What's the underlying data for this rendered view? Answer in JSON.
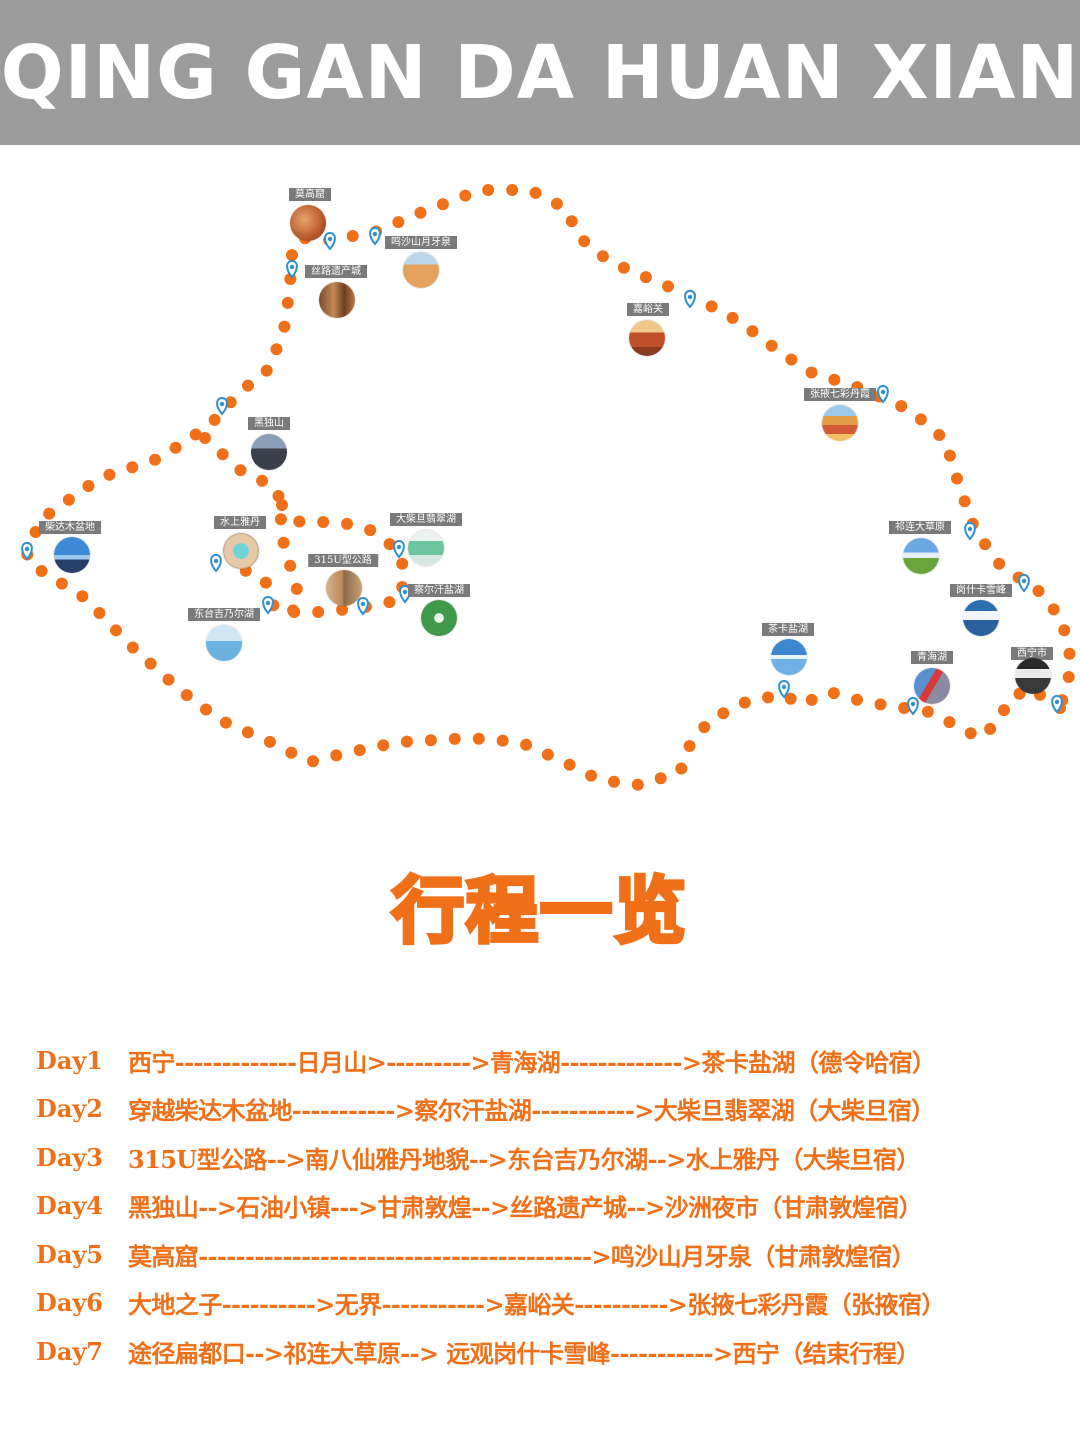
{
  "header": {
    "title": "QING GAN DA HUAN XIAN"
  },
  "map": {
    "route_color": "#f07019",
    "pin_color": "#2f8fd1",
    "locations": [
      {
        "label": "莫高窟",
        "photo": "cave"
      },
      {
        "label": "鸣沙山月牙泉",
        "photo": "desert"
      },
      {
        "label": "丝路遗产城",
        "photo": "heritage"
      },
      {
        "label": "嘉峪关",
        "photo": "fortress"
      },
      {
        "label": "张掖七彩丹霞",
        "photo": "danxia"
      },
      {
        "label": "黑独山",
        "photo": "mountain"
      },
      {
        "label": "柴达木盆地",
        "photo": "basin"
      },
      {
        "label": "水上雅丹",
        "photo": "yardang-lake"
      },
      {
        "label": "大柴旦翡翠湖",
        "photo": "emerald-lake"
      },
      {
        "label": "315U型公路",
        "photo": "road"
      },
      {
        "label": "察尔汗盐湖",
        "photo": "salt-lake"
      },
      {
        "label": "东台吉乃尔湖",
        "photo": "blue-lake"
      },
      {
        "label": "祁连大草原",
        "photo": "grassland"
      },
      {
        "label": "岗什卡雪峰",
        "photo": "snow-peak"
      },
      {
        "label": "茶卡盐湖",
        "photo": "mirror-lake"
      },
      {
        "label": "青海湖",
        "photo": "prayer-flags"
      },
      {
        "label": "西宁市",
        "photo": "city"
      }
    ]
  },
  "section_title": "行程一览",
  "itinerary": [
    {
      "day": "Day1",
      "text": "西宁-------------日月山>--------->青海湖------------->茶卡盐湖（德令哈宿）"
    },
    {
      "day": "Day2",
      "text": "穿越柴达木盆地----------->察尔汗盐湖----------->大柴旦翡翠湖（大柴旦宿）"
    },
    {
      "day": "Day3",
      "text": "315U型公路-->南八仙雅丹地貌-->东台吉乃尔湖-->水上雅丹（大柴旦宿）"
    },
    {
      "day": "Day4",
      "text": "黑独山-->石油小镇--->甘肃敦煌-->丝路遗产城-->沙洲夜市（甘肃敦煌宿）"
    },
    {
      "day": "Day5",
      "text": "莫高窟------------------------------------------>鸣沙山月牙泉（甘肃敦煌宿）"
    },
    {
      "day": "Day6",
      "text": "大地之子---------->无界----------->嘉峪关---------->张掖七彩丹霞（张掖宿）"
    },
    {
      "day": "Day7",
      "text": "途径扁都口-->祁连大草原--> 远观岗什卡雪峰----------->西宁（结束行程）"
    }
  ]
}
